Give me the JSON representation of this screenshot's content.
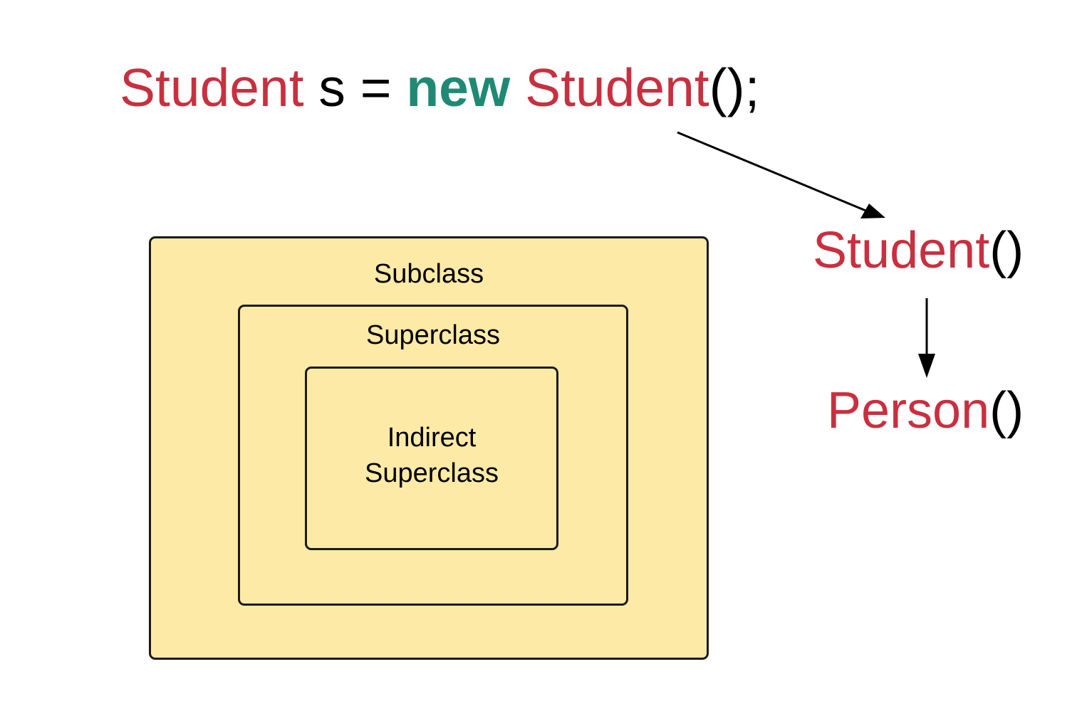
{
  "code": {
    "type_name": "Student",
    "variable": " s = ",
    "keyword": "new",
    "constructor_name": " Student",
    "tail": "();"
  },
  "call_chain": {
    "first": {
      "name": "Student",
      "parens": "()"
    },
    "second": {
      "name": "Person",
      "parens": "()"
    }
  },
  "boxes": {
    "outer_label": "Subclass",
    "middle_label": "Superclass",
    "inner_label_line1": "Indirect",
    "inner_label_line2": "Superclass"
  },
  "colors": {
    "class_name": "#c8303f",
    "keyword": "#1e8a74",
    "box_fill": "#fdeaa6",
    "box_border": "#1a1a1a",
    "arrow": "#000000"
  }
}
